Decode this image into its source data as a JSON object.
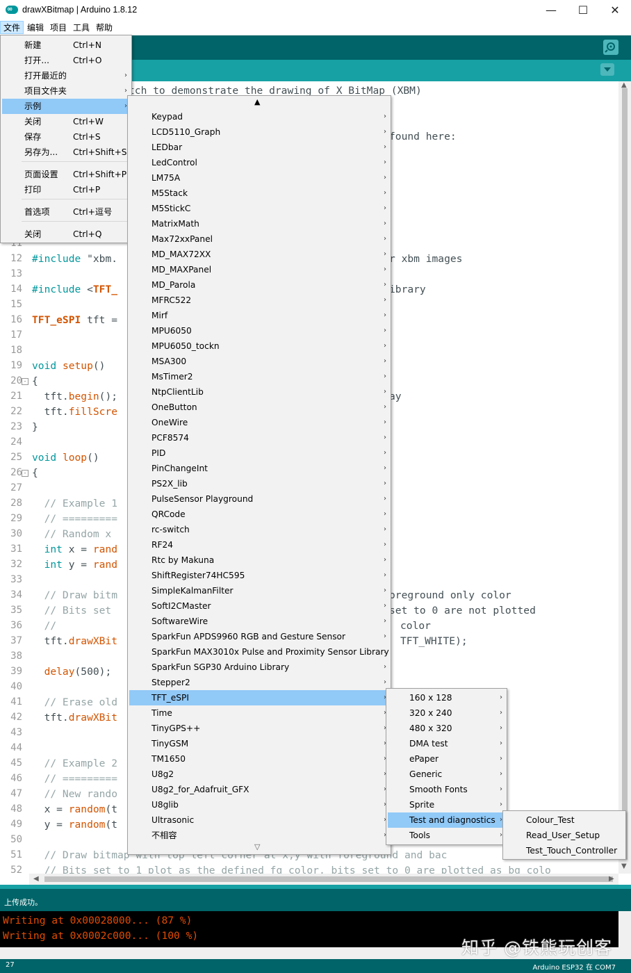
{
  "window": {
    "title": "drawXBitmap | Arduino 1.8.12",
    "logo_glyph": "∞",
    "minimize": "—",
    "maximize": "☐",
    "close": "✕"
  },
  "menubar": [
    "文件",
    "编辑",
    "项目",
    "工具",
    "帮助"
  ],
  "colors": {
    "toolbar": "#006468",
    "tabbar": "#17a1a5",
    "highlight": "#91c9f7",
    "console_text": "#e34c00"
  },
  "file_menu": [
    {
      "label": "新建",
      "shortcut": "Ctrl+N"
    },
    {
      "label": "打开...",
      "shortcut": "Ctrl+O"
    },
    {
      "label": "打开最近的",
      "shortcut": "",
      "submenu": true
    },
    {
      "label": "项目文件夹",
      "shortcut": "",
      "submenu": true
    },
    {
      "label": "示例",
      "shortcut": "",
      "submenu": true,
      "highlighted": true
    },
    {
      "label": "关闭",
      "shortcut": "Ctrl+W"
    },
    {
      "label": "保存",
      "shortcut": "Ctrl+S"
    },
    {
      "label": "另存为...",
      "shortcut": "Ctrl+Shift+S"
    },
    {
      "label": "页面设置",
      "shortcut": "Ctrl+Shift+P"
    },
    {
      "label": "打印",
      "shortcut": "Ctrl+P"
    },
    {
      "label": "首选项",
      "shortcut": "Ctrl+逗号"
    },
    {
      "label": "关闭",
      "shortcut": "Ctrl+Q"
    }
  ],
  "examples_menu": {
    "scroll_up": "▲",
    "scroll_down": "▽",
    "items": [
      "Keypad",
      "LCD5110_Graph",
      "LEDbar",
      "LedControl",
      "LM75A",
      "M5Stack",
      "M5StickC",
      "MatrixMath",
      "Max72xxPanel",
      "MD_MAX72XX",
      "MD_MAXPanel",
      "MD_Parola",
      "MFRC522",
      "Mirf",
      "MPU6050",
      "MPU6050_tockn",
      "MSA300",
      "MsTimer2",
      "NtpClientLib",
      "OneButton",
      "OneWire",
      "PCF8574",
      "PID",
      "PinChangeInt",
      "PS2X_lib",
      "PulseSensor Playground",
      "QRCode",
      "rc-switch",
      "RF24",
      "Rtc by Makuna",
      "ShiftRegister74HC595",
      "SimpleKalmanFilter",
      "SoftI2CMaster",
      "SoftwareWire",
      "SparkFun APDS9960 RGB and Gesture Sensor",
      "SparkFun MAX3010x Pulse and Proximity Sensor Library",
      "SparkFun SGP30 Arduino Library",
      "Stepper2",
      "TFT_eSPI",
      "Time",
      "TinyGPS++",
      "TinyGSM",
      "TM1650",
      "U8g2",
      "U8g2_for_Adafruit_GFX",
      "U8glib",
      "Ultrasonic",
      "不相容"
    ],
    "highlighted": "TFT_eSPI"
  },
  "tft_menu": {
    "items": [
      "160 x 128",
      "320 x 240",
      "480 x 320",
      "DMA test",
      "ePaper",
      "Generic",
      "Smooth Fonts",
      "Sprite",
      "Test and diagnostics",
      "Tools"
    ],
    "highlighted": "Test and diagnostics"
  },
  "diag_menu": {
    "items": [
      "Colour_Test",
      "Read_User_Setup",
      "Test_Touch_Controller"
    ]
  },
  "submenu_arrow": "›",
  "editor": {
    "line_numbers": [
      "11",
      "12",
      "13",
      "14",
      "15",
      "16",
      "17",
      "18",
      "19",
      "20",
      "21",
      "22",
      "23",
      "24",
      "25",
      "26",
      "27",
      "28",
      "29",
      "30",
      "31",
      "32",
      "33",
      "34",
      "35",
      "36",
      "37",
      "38",
      "39",
      "40",
      "41",
      "42",
      "43",
      "44",
      "45",
      "46",
      "47",
      "48",
      "49",
      "50",
      "51",
      "52"
    ],
    "fold_marker": "⊟",
    "frag_top1": "tch to demonstrate the drawing of X BitMap (XBM)",
    "frag_top2": "found here:",
    "frag_12": "r xbm images",
    "frag_14": "ibrary",
    "frag_21": "ay",
    "frag_34": "oreground only color",
    "frag_35": "set to 0 are not plotted",
    "frag_36": "color",
    "frag_37": "TFT_WHITE);",
    "line51": "  // Draw bitmap with top left corner at x,y with foreground and bac",
    "line52": "  // Bits set to 1 plot as the defined fg color, bits set to 0 are plotted as bg colo"
  },
  "status": {
    "message": "上传成功。"
  },
  "console": [
    "Writing at 0x00028000... (87 %)",
    "Writing at 0x0002c000... (100 %)"
  ],
  "footer": {
    "line": "27",
    "board": "Arduino ESP32 在 COM7"
  },
  "watermark": "知乎 @铁熊玩创客"
}
